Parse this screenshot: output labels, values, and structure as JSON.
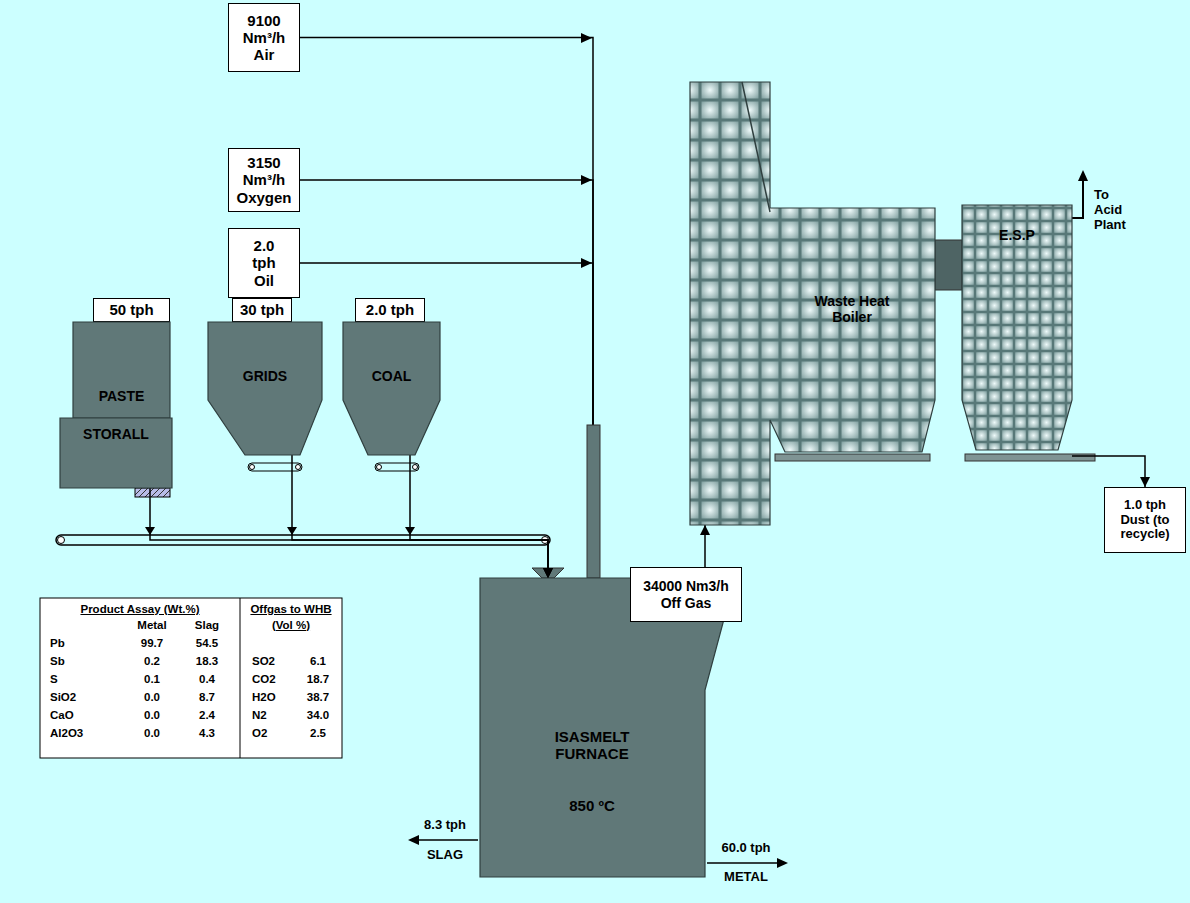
{
  "diagram": {
    "nodes": [
      {
        "text": [
          "9100 Nm³/h Air"
        ]
      },
      {
        "text": [
          "3150 Nm³/h Oxygen"
        ]
      },
      {
        "text": [
          "2.0 tph Oil"
        ]
      },
      {
        "text": [
          "50 tph"
        ]
      },
      {
        "text": [
          "PASTE"
        ]
      },
      {
        "text": [
          "STORALL"
        ]
      },
      {
        "text": [
          "30 tph"
        ]
      },
      {
        "text": [
          "GRIDS"
        ]
      },
      {
        "text": [
          "2.0 tph"
        ]
      },
      {
        "text": [
          "COAL"
        ]
      },
      {
        "text": [
          "Waste Heat Boiler"
        ]
      },
      {
        "text": [
          "E.S.P"
        ]
      },
      {
        "text": [
          "1.0 tph Dust (to recycle)"
        ]
      },
      {
        "text": [
          "34000 Nm3/h Off Gas"
        ]
      },
      {
        "text": [
          "ISASMELT FURNACE",
          "850 ºC"
        ]
      }
    ],
    "edges": [
      {
        "from": 0,
        "to": 14,
        "arrow": "to"
      },
      {
        "from": 1,
        "to": 14,
        "arrow": "to"
      },
      {
        "from": 2,
        "to": 14,
        "arrow": "to"
      },
      {
        "from": 5,
        "to": 14,
        "arrow": "to"
      },
      {
        "from": 7,
        "to": 14,
        "arrow": "to"
      },
      {
        "from": 9,
        "to": 14,
        "arrow": "to"
      },
      {
        "from": 13,
        "to": 10,
        "arrow": "to"
      },
      {
        "from": 11,
        "to": 12,
        "arrow": "to"
      }
    ],
    "labels": [
      "Product Assay (Wt.%)",
      "Offgas to WHB",
      "Metal",
      "Slag",
      "(Vol %)",
      "Pb",
      "99.7",
      "54.5",
      "Sb",
      "0.2",
      "18.3",
      "SO2",
      "6.1",
      "S",
      "0.1",
      "0.4",
      "CO2",
      "18.7",
      "SiO2",
      "0.0",
      "8.7",
      "H2O",
      "38.7",
      "CaO",
      "0.0",
      "2.4",
      "N2",
      "34.0",
      "Al2O3",
      "0.0",
      "4.3",
      "O2",
      "2.5",
      "To Acid Plant",
      "8.3 tph",
      "SLAG",
      "60.0 tph",
      "METAL"
    ]
  }
}
